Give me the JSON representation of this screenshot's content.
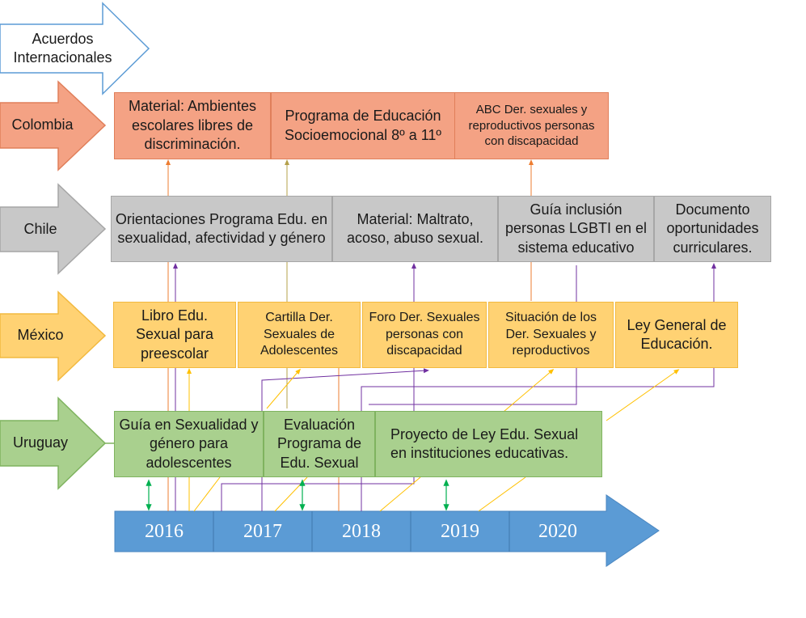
{
  "rows": {
    "acuerdos": "Acuerdos Internacionales",
    "colombia": "Colombia",
    "chile": "Chile",
    "mexico": "México",
    "uruguay": "Uruguay"
  },
  "colombia_items": [
    "Material: Ambientes escolares libres de discriminación.",
    "Programa de Educación Socioemocional 8º a 11º",
    "ABC Der. sexuales y reproductivos personas con discapacidad"
  ],
  "chile_items": [
    "Orientaciones Programa Edu. en sexualidad, afectividad y género",
    "Material: Maltrato, acoso, abuso sexual.",
    "Guía inclusión personas LGBTI en el sistema educativo",
    "Documento oportunidades curriculares."
  ],
  "mexico_items": [
    "Libro Edu. Sexual para preescolar",
    "Cartilla Der. Sexuales de Adolescentes",
    "Foro Der. Sexuales personas con discapacidad",
    "Situación de los Der. Sexuales y reproductivos",
    "Ley General de Educación."
  ],
  "uruguay_items": [
    "Guía en Sexualidad y género para adolescentes",
    "Evaluación Programa de Edu. Sexual",
    "Proyecto de Ley Edu. Sexual en instituciones educativas."
  ],
  "timeline": [
    "2016",
    "2017",
    "2018",
    "2019",
    "2020"
  ],
  "colors": {
    "colombia": "#f4a284",
    "chile": "#c8c8c8",
    "mexico": "#ffd273",
    "uruguay": "#a9d08e",
    "timeline": "#5b9bd5",
    "line_orange": "#ed7d31",
    "line_purple": "#7030a0",
    "line_gold": "#ffc000",
    "line_khaki": "#b4a04a",
    "line_green": "#00b050"
  }
}
